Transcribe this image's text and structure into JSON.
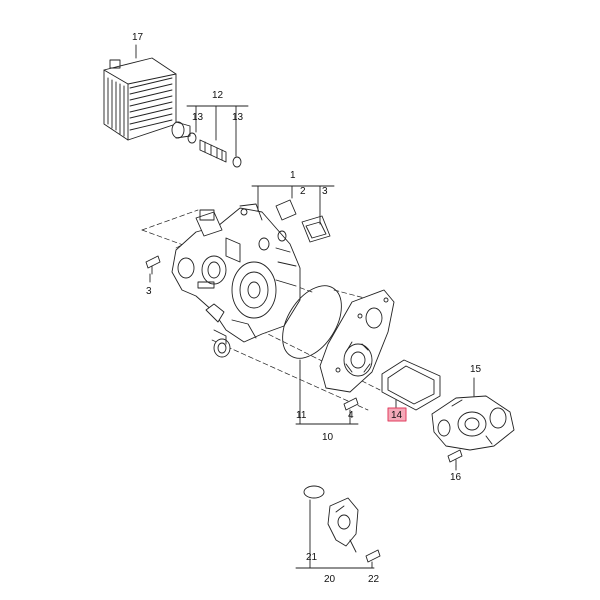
{
  "callouts": {
    "c17": "17",
    "c12": "12",
    "c13a": "13",
    "c13b": "13",
    "c1": "1",
    "c2": "2",
    "c3a": "3",
    "c3b": "3",
    "c11": "11",
    "c10": "10",
    "c4": "4",
    "c14": "14",
    "c15": "15",
    "c16": "16",
    "c21": "21",
    "c20": "20",
    "c22": "22"
  },
  "highlight_color": "#f4a9b8",
  "highlight_border": "#e23c5e"
}
